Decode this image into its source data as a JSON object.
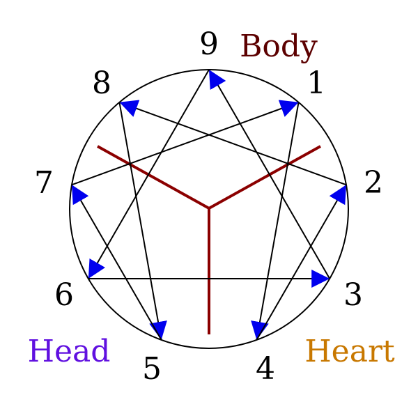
{
  "numbers": [
    "1",
    "2",
    "3",
    "4",
    "5",
    "6",
    "7",
    "8",
    "9"
  ],
  "centers": {
    "body": {
      "label": "Body",
      "color": "#5c0000"
    },
    "heart": {
      "label": "Heart",
      "color": "#c87800"
    },
    "head": {
      "label": "Head",
      "color": "#6010e0"
    }
  },
  "colors": {
    "circle": "#000000",
    "lines": "#000000",
    "arrowheads": "#0000ee",
    "divider": "#8b0000"
  },
  "connections": [
    {
      "from": "1",
      "to": "4"
    },
    {
      "from": "4",
      "to": "2"
    },
    {
      "from": "2",
      "to": "8"
    },
    {
      "from": "8",
      "to": "5"
    },
    {
      "from": "5",
      "to": "7"
    },
    {
      "from": "7",
      "to": "1"
    },
    {
      "from": "3",
      "to": "9"
    },
    {
      "from": "9",
      "to": "6"
    },
    {
      "from": "6",
      "to": "3"
    }
  ]
}
